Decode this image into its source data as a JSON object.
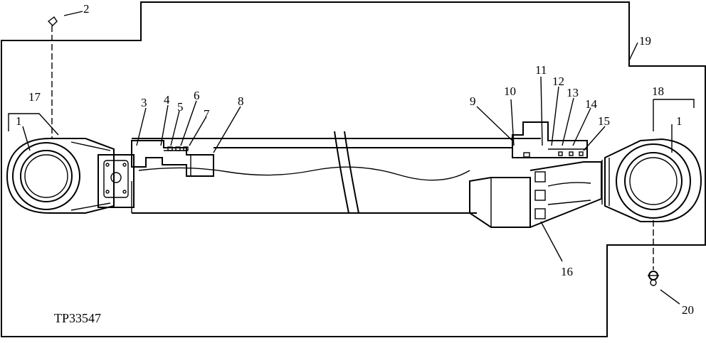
{
  "figure_ref": "TP33547",
  "callouts": [
    "1",
    "1",
    "2",
    "3",
    "4",
    "5",
    "6",
    "7",
    "8",
    "9",
    "10",
    "11",
    "12",
    "13",
    "14",
    "15",
    "16",
    "17",
    "18",
    "19",
    "20"
  ]
}
